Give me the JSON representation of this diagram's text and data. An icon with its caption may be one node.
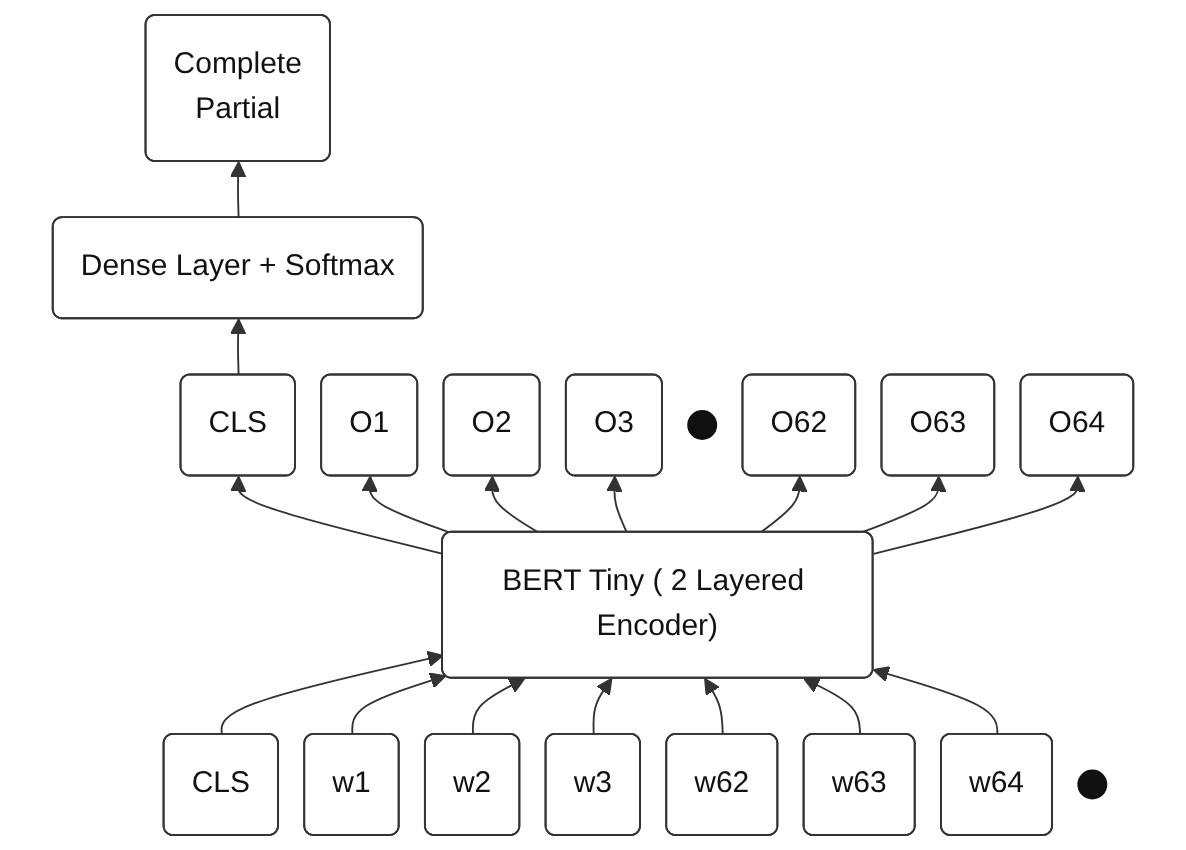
{
  "diagram": {
    "nodes": [
      {
        "text": [
          "Complete",
          "Partial"
        ]
      },
      {
        "text": [
          "Dense Layer + Softmax"
        ]
      },
      {
        "text": [
          "CLS"
        ]
      },
      {
        "text": [
          "O1"
        ]
      },
      {
        "text": [
          "O2"
        ]
      },
      {
        "text": [
          "O3"
        ]
      },
      {
        "text": [],
        "shape": "dots"
      },
      {
        "text": [
          "O62"
        ]
      },
      {
        "text": [
          "O63"
        ]
      },
      {
        "text": [
          "O64"
        ]
      },
      {
        "text": [
          "BERT Tiny ( 2 Layered Encoder)"
        ]
      },
      {
        "text": [
          "CLS"
        ]
      },
      {
        "text": [
          "w1"
        ]
      },
      {
        "text": [
          "w2"
        ]
      },
      {
        "text": [
          "w3"
        ]
      },
      {
        "text": [],
        "shape": "dots"
      },
      {
        "text": [
          "w62"
        ]
      },
      {
        "text": [
          "w63"
        ]
      },
      {
        "text": [
          "w64"
        ]
      }
    ],
    "edges": [
      {
        "from": 1,
        "to": 0,
        "arrow": "to"
      },
      {
        "from": 2,
        "to": 1,
        "arrow": "to"
      },
      {
        "from": 10,
        "to": 2,
        "arrow": "to"
      },
      {
        "from": 10,
        "to": 3,
        "arrow": "to"
      },
      {
        "from": 10,
        "to": 4,
        "arrow": "to"
      },
      {
        "from": 10,
        "to": 5,
        "arrow": "to"
      },
      {
        "from": 10,
        "to": 7,
        "arrow": "to"
      },
      {
        "from": 10,
        "to": 8,
        "arrow": "to"
      },
      {
        "from": 10,
        "to": 9,
        "arrow": "to"
      },
      {
        "from": 11,
        "to": 10,
        "arrow": "to"
      },
      {
        "from": 12,
        "to": 10,
        "arrow": "to"
      },
      {
        "from": 13,
        "to": 10,
        "arrow": "to"
      },
      {
        "from": 14,
        "to": 10,
        "arrow": "to"
      },
      {
        "from": 16,
        "to": 10,
        "arrow": "to"
      },
      {
        "from": 17,
        "to": 10,
        "arrow": "to"
      },
      {
        "from": 18,
        "to": 10,
        "arrow": "to"
      }
    ]
  }
}
